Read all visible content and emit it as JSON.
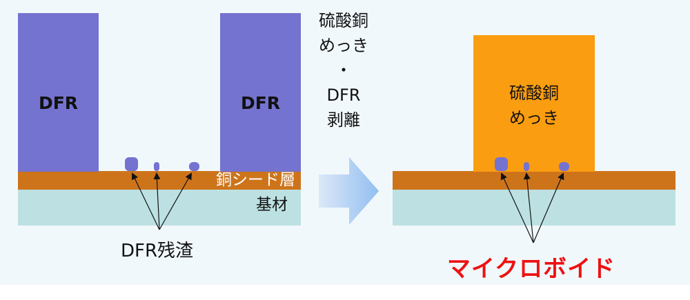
{
  "before": {
    "dfr_left_label": "DFR",
    "dfr_right_label": "DFR",
    "seed_layer_label": "銅シード層",
    "substrate_label": "基材",
    "residue_label": "DFR残渣"
  },
  "process_step": {
    "line1": "硫酸銅",
    "line2": "めっき",
    "line3": "・",
    "line4": "DFR",
    "line5": "剥離",
    "arrow_icon": "right-arrow"
  },
  "after": {
    "plating_line1": "硫酸銅",
    "plating_line2": "めっき",
    "defect_label": "マイクロボイド"
  },
  "colors": {
    "background": "#f1f8fc",
    "dfr": "#7473d0",
    "seed_layer": "#cd741b",
    "substrate": "#bde1e2",
    "copper_plating": "#fb9d10",
    "defect_text": "#ee1111",
    "arrow_gradient_start": "#dce8f8",
    "arrow_gradient_end": "#92bff0"
  }
}
